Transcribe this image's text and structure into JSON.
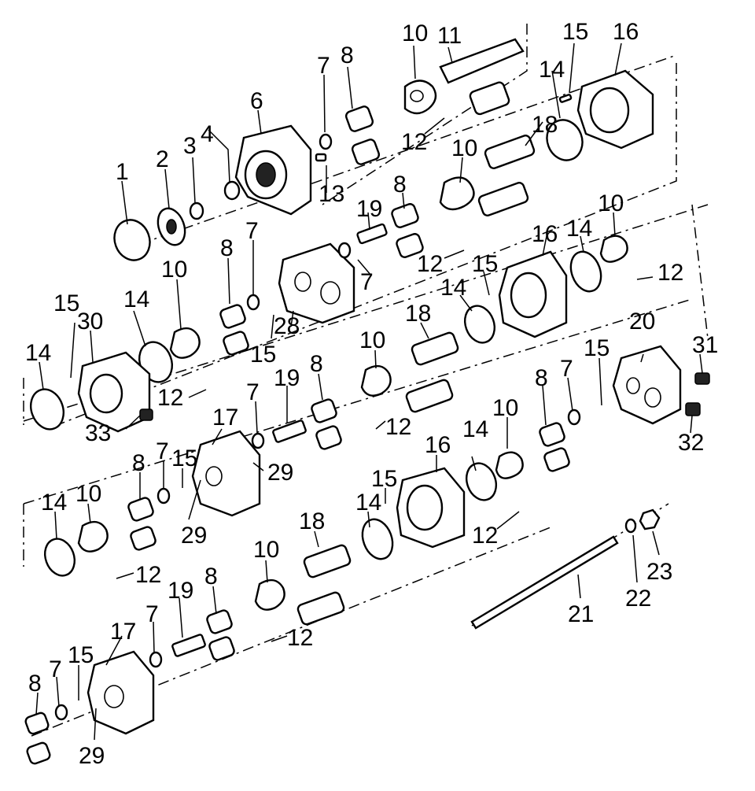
{
  "callouts": [
    "1",
    "2",
    "3",
    "4",
    "6",
    "7",
    "8",
    "10",
    "11",
    "12",
    "13",
    "14",
    "15",
    "16",
    "17",
    "18",
    "19",
    "20",
    "21",
    "22",
    "23",
    "28",
    "29",
    "30",
    "31",
    "32",
    "33"
  ]
}
